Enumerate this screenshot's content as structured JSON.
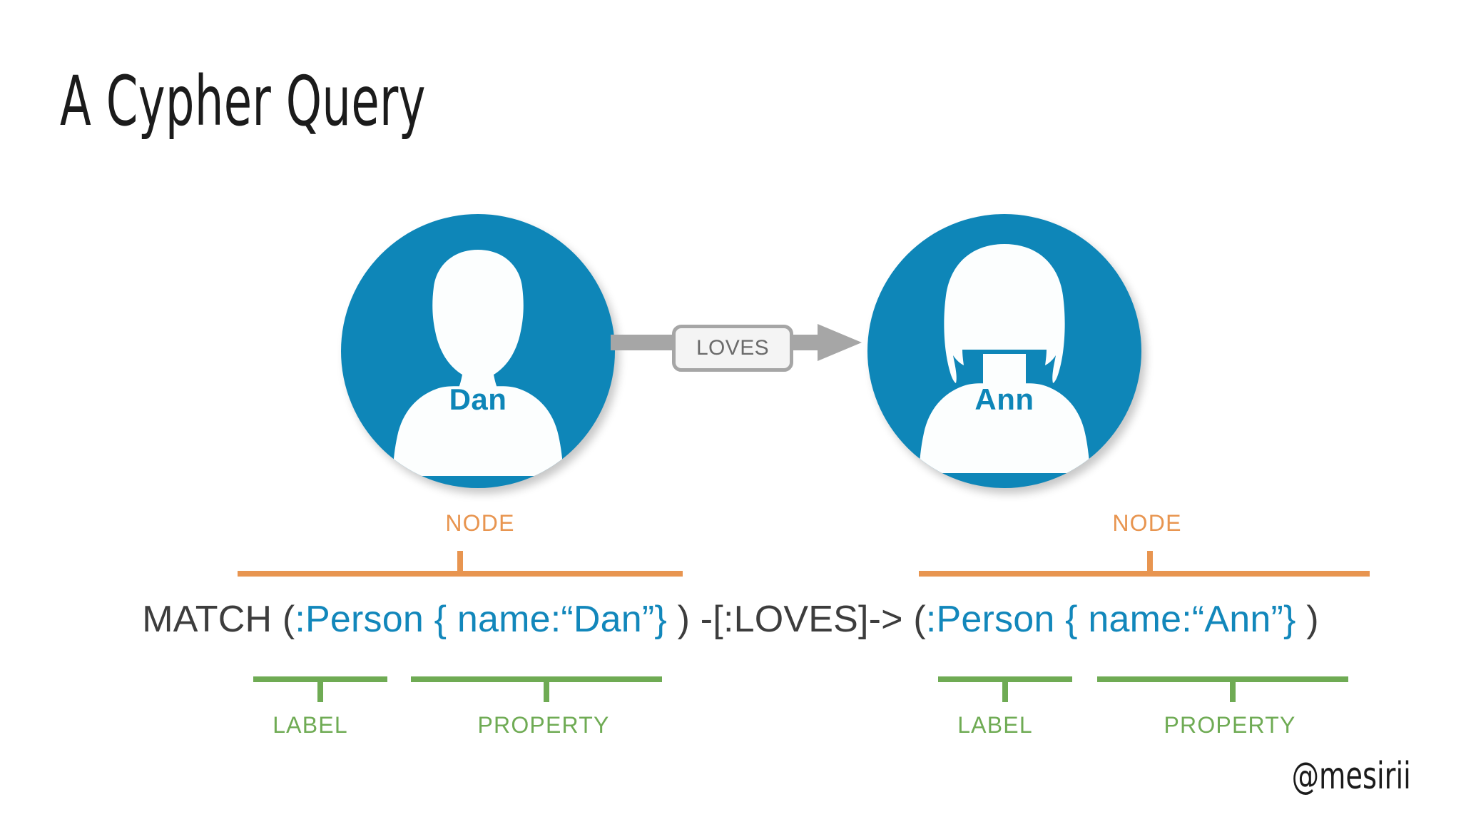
{
  "slide": {
    "title": "A Cypher Query",
    "background_color": "#ffffff",
    "handle": "@mesirii"
  },
  "colors": {
    "node_blue": "#0e86b8",
    "query_blue": "#1287bb",
    "query_dark": "#3d3d3d",
    "annotation_orange": "#e89550",
    "annotation_green": "#6fab54",
    "relationship_gray": "#a6a6a6",
    "relationship_text_gray": "#6b6b6b"
  },
  "graph": {
    "nodes": [
      {
        "id": "dan",
        "name": "Dan",
        "avatar_icon": "person-male-icon"
      },
      {
        "id": "ann",
        "name": "Ann",
        "avatar_icon": "person-female-icon"
      }
    ],
    "relationship": {
      "type": "LOVES",
      "direction": "left-to-right",
      "from": "Dan",
      "to": "Ann"
    }
  },
  "annotations": {
    "node_left": {
      "label": "NODE",
      "color": "#e89550"
    },
    "node_right": {
      "label": "NODE",
      "color": "#e89550"
    },
    "label_left": {
      "label": "LABEL",
      "color": "#6fab54"
    },
    "property_left": {
      "label": "PROPERTY",
      "color": "#6fab54"
    },
    "label_right": {
      "label": "LABEL",
      "color": "#6fab54"
    },
    "property_right": {
      "label": "PROPERTY",
      "color": "#6fab54"
    }
  },
  "query": {
    "full_text": "MATCH (:Person { name:“Dan”} ) -[:LOVES]-> (:Person { name:“Ann”} )",
    "tokens": [
      {
        "text": "MATCH (",
        "style": "dark"
      },
      {
        "text": ":Person { name:“Dan”}",
        "style": "blue"
      },
      {
        "text": " ) -[:LOVES]-> (",
        "style": "dark"
      },
      {
        "text": ":Person { name:“Ann”}",
        "style": "blue"
      },
      {
        "text": " )",
        "style": "dark"
      }
    ]
  }
}
